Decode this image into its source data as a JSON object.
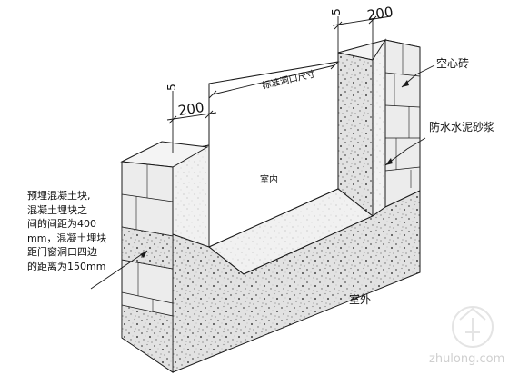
{
  "diagram": {
    "dimensions": {
      "left_width": "200",
      "right_width": "200",
      "left_axis_mark": "5",
      "right_axis_mark": "5",
      "opening_label": "标准洞口尺寸"
    },
    "labels": {
      "indoor": "室内",
      "outdoor": "室外",
      "hollow_brick": "空心砖",
      "waterproof_mortar": "防水水泥砂浆"
    },
    "note_lines": [
      "预埋混凝土块,",
      "混凝土埋块之",
      "间的间距为400",
      "mm，混凝土埋块",
      "距门窗洞口四边",
      "的距离为150mm"
    ],
    "watermark": {
      "brand": "zhulong.com"
    },
    "colors": {
      "line": "#1a1a1a",
      "concrete": "#d9d9d9",
      "brick_face": "#ececec",
      "mortar_light": "#ededed"
    }
  }
}
